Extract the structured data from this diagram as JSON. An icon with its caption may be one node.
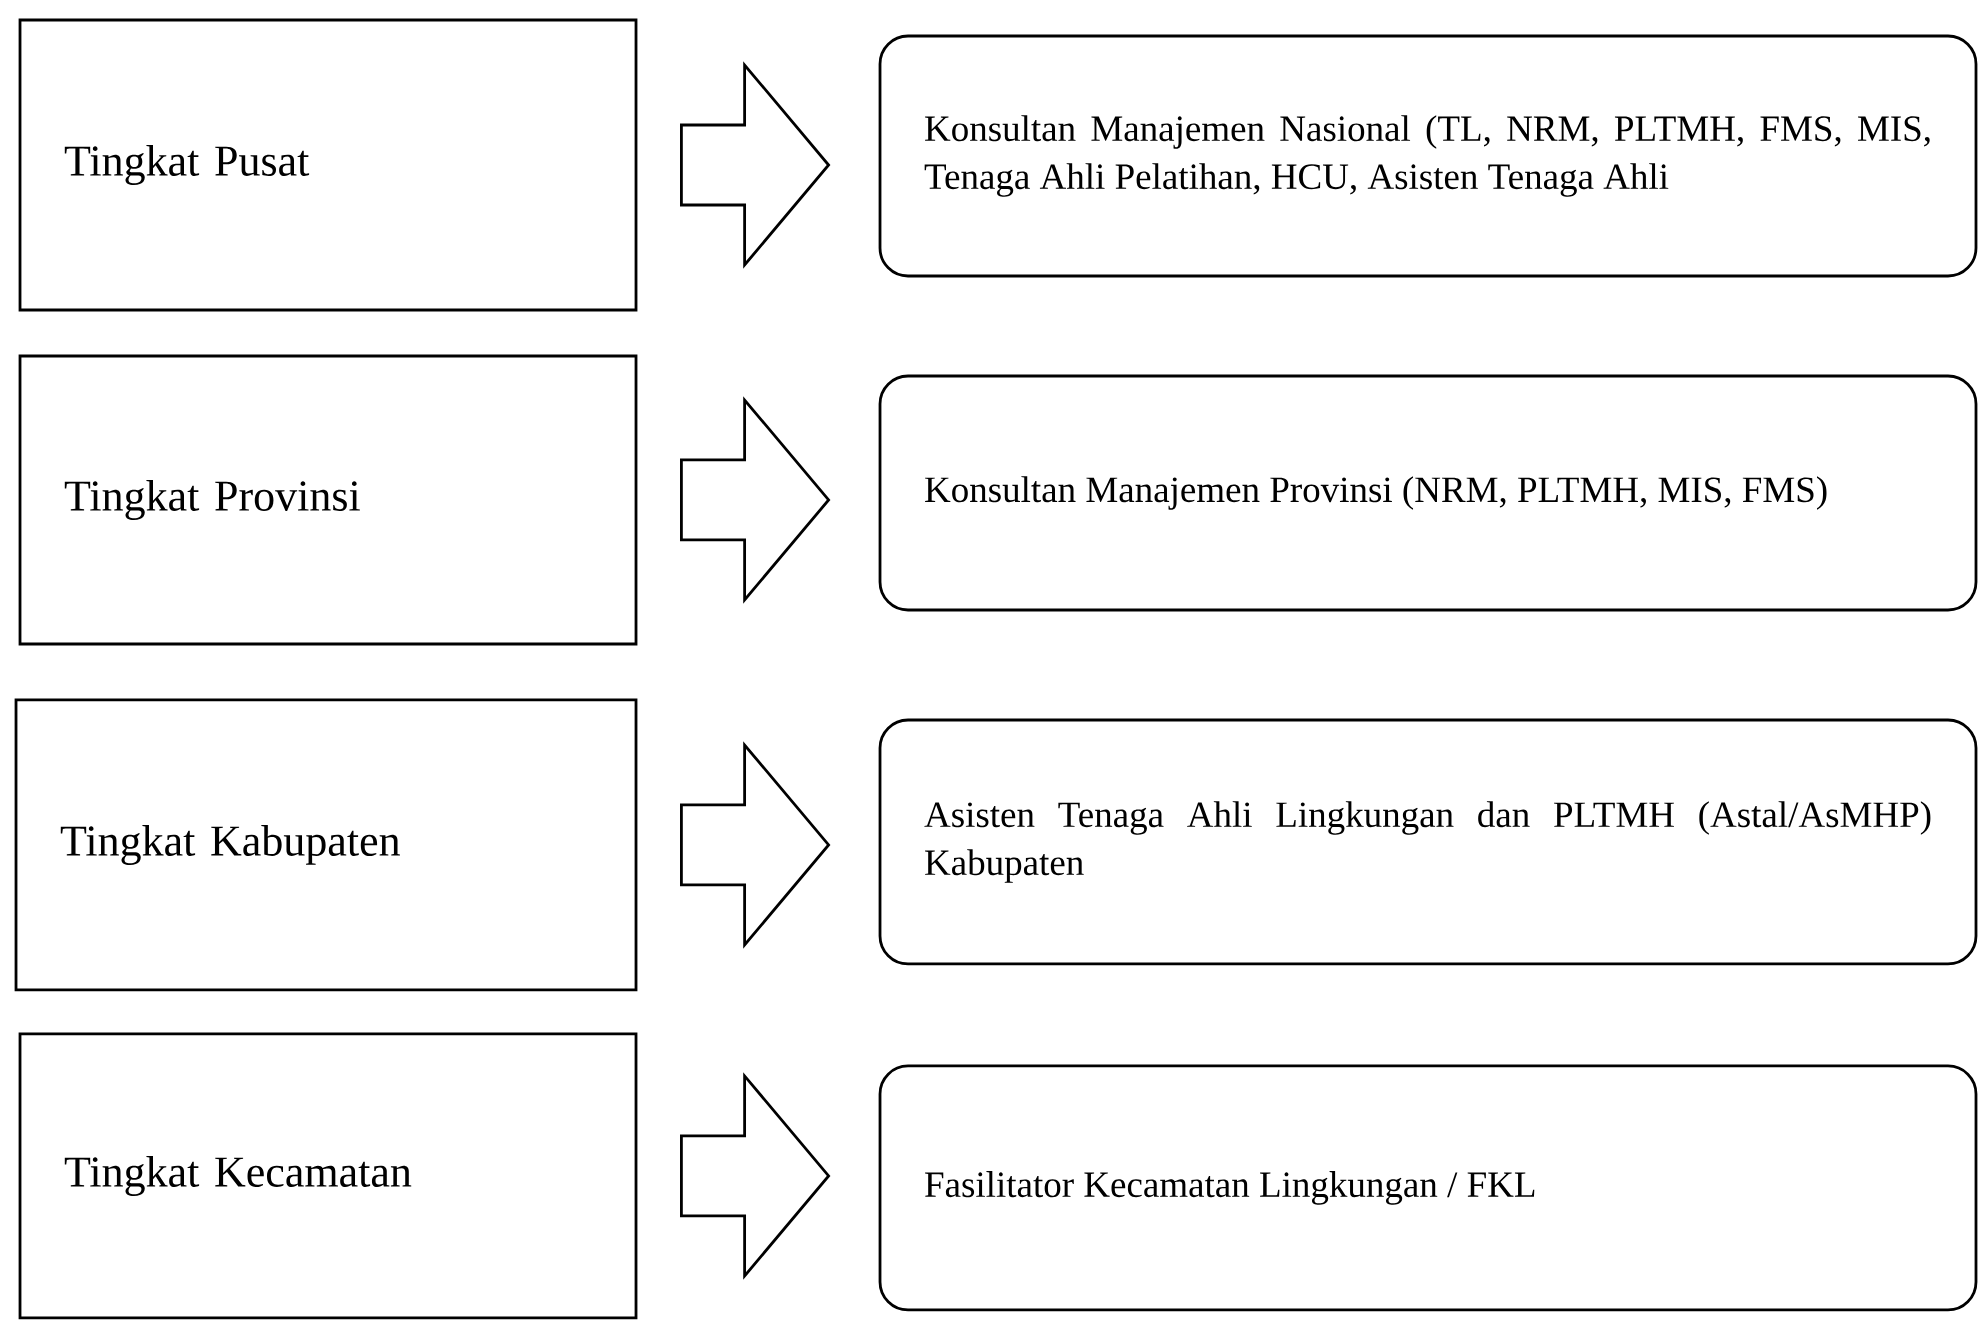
{
  "diagram": {
    "nodes": [
      {
        "text": [
          "Tingkat Pusat"
        ]
      },
      {
        "text": [
          "Konsultan Manajemen Nasional (TL, NRM, PLTMH, FMS, MIS, Tenaga Ahli Pelatihan, HCU, Asisten Tenaga Ahli"
        ]
      },
      {
        "text": [
          "Tingkat Provinsi"
        ]
      },
      {
        "text": [
          "Konsultan Manajemen Provinsi (NRM, PLTMH, MIS, FMS)"
        ]
      },
      {
        "text": [
          "Tingkat Kabupaten"
        ]
      },
      {
        "text": [
          "Asisten Tenaga Ahli Lingkungan dan PLTMH (Astal/AsMHP) Kabupaten"
        ]
      },
      {
        "text": [
          "Tingkat Kecamatan"
        ]
      },
      {
        "text": [
          "Fasilitator Kecamatan Lingkungan / FKL"
        ]
      }
    ],
    "edges": [
      {
        "from": 0,
        "to": 1,
        "arrow": "to"
      },
      {
        "from": 2,
        "to": 3,
        "arrow": "to"
      },
      {
        "from": 4,
        "to": 5,
        "arrow": "to"
      },
      {
        "from": 6,
        "to": 7,
        "arrow": "to"
      }
    ]
  }
}
